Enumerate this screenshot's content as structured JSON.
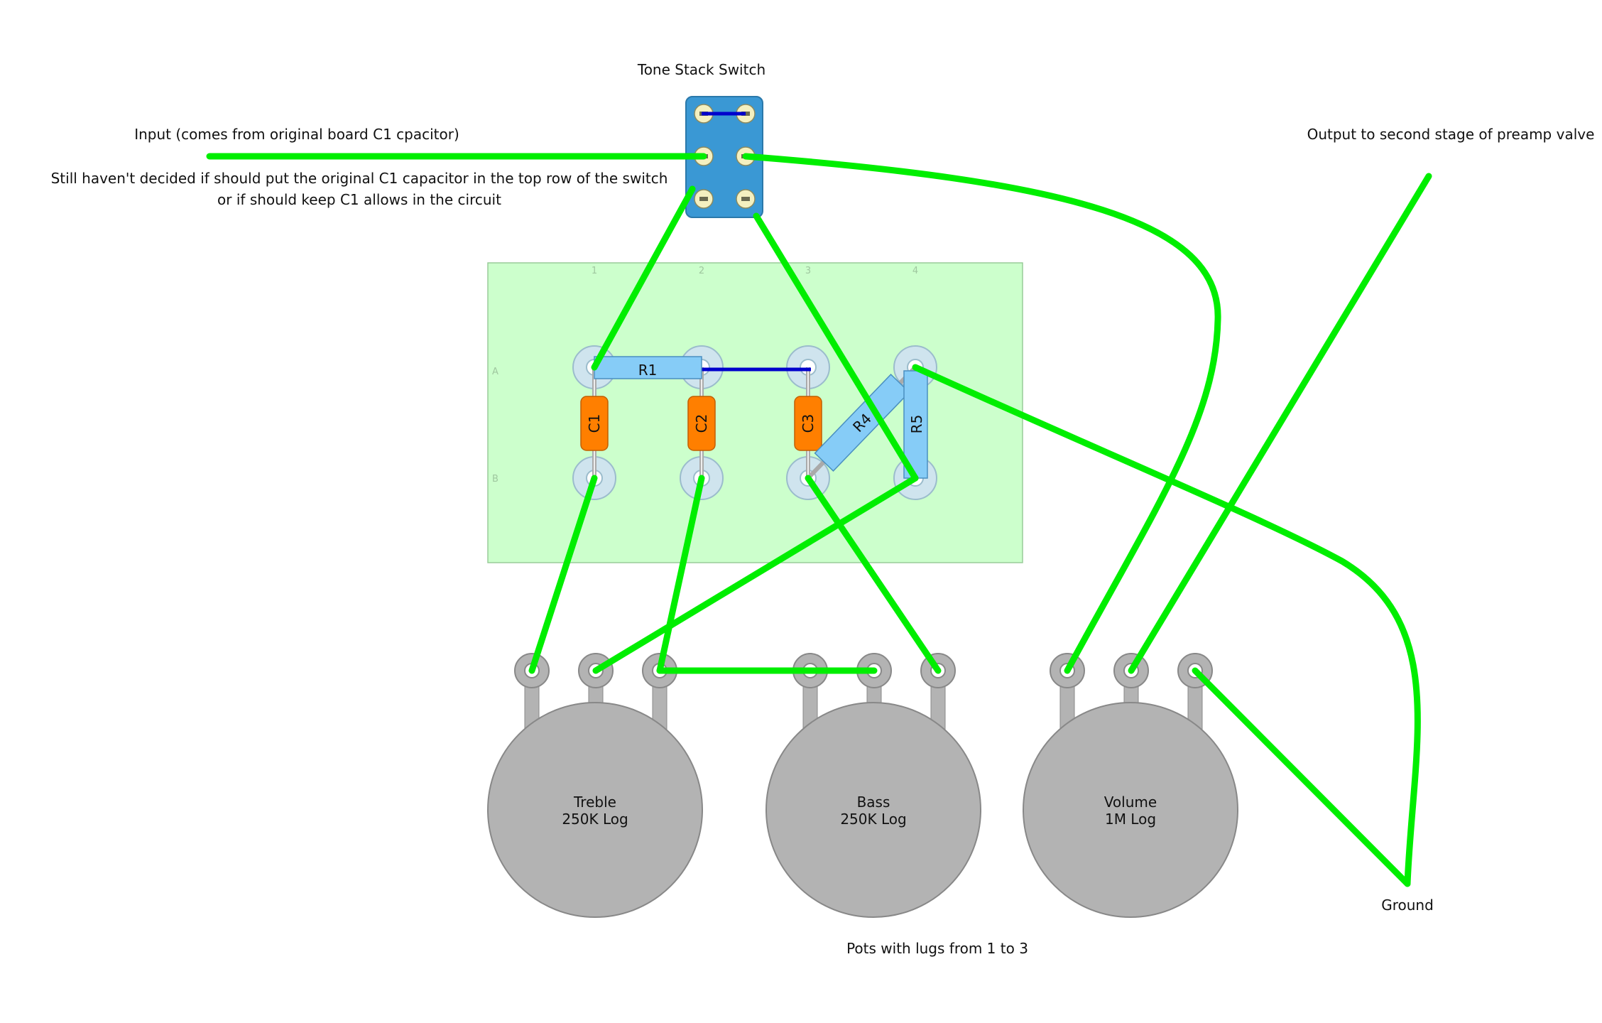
{
  "labels": {
    "switch_title": "Tone Stack Switch",
    "input_note": "Input (comes from original board C1 cpacitor)",
    "doubt_line1": "Still haven't decided if should put the original C1 capacitor in the top row of the switch",
    "doubt_line2": "or if should keep C1 allows in the circuit",
    "output_note": "Output to second stage of preamp valve",
    "ground": "Ground",
    "pots_note": "Pots with lugs from 1 to 3"
  },
  "board": {
    "columns": [
      "1",
      "2",
      "3",
      "4"
    ],
    "rows": [
      "A",
      "B"
    ],
    "components": {
      "r1": "R1",
      "r4": "R4",
      "r5": "R5",
      "c1": "C1",
      "c2": "C2",
      "c3": "C3"
    }
  },
  "pots": [
    {
      "name": "Treble",
      "value": "250K Log"
    },
    {
      "name": "Bass",
      "value": "250K Log"
    },
    {
      "name": "Volume",
      "value": "1M Log"
    }
  ],
  "colors": {
    "wire": "#00ee00",
    "jumper": "#0000cc",
    "board": "#ccffcc",
    "switch": "#3a98d4",
    "resistor": "#86ccf7",
    "capacitor": "#ff7f00",
    "pot": "#b3b3b3"
  }
}
